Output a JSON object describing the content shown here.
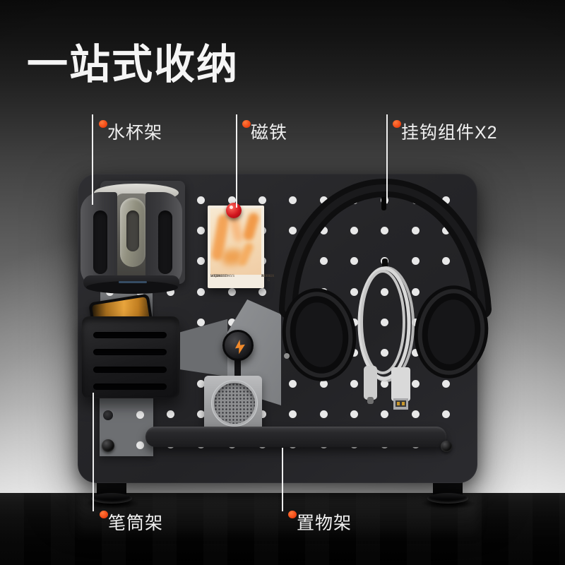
{
  "title": "一站式收纳",
  "callouts": {
    "cup_holder": {
      "label": "水杯架"
    },
    "magnet": {
      "label": "磁铁"
    },
    "hook_set": {
      "label": "挂钩组件X2"
    },
    "pen_holder": {
      "label": "笔筒架"
    },
    "shelf": {
      "label": "置物架"
    }
  },
  "poster": {
    "lines_left": [
      "LIQUIDITY",
      "WEDNESDAYS",
      "WITH"
    ],
    "lines_right": [
      "UGGLIF",
      "NINA G",
      "ALPHIA"
    ]
  },
  "icons": {
    "lightning_bolt": "bolt-shape",
    "push_pin": "round-red-pin",
    "callout_dot": "orange-ellipse"
  },
  "colors": {
    "accent": "#f24a16",
    "lightning": "#f18a2b",
    "pin_red": "#d2161e",
    "board": "#26262a",
    "hole": "#e8e8e8",
    "label_text": "#f0f0f0"
  }
}
